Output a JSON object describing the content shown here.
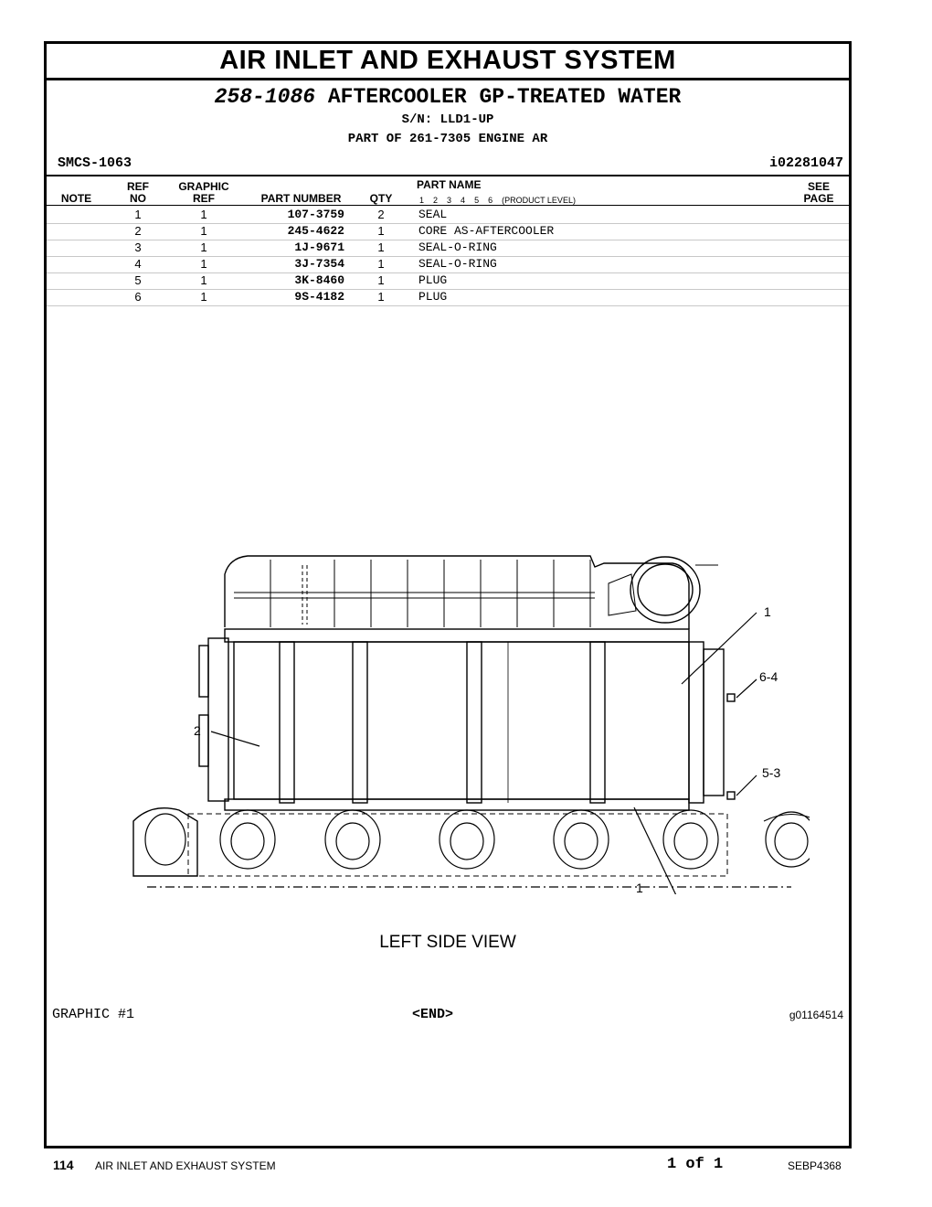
{
  "section_title": "AIR INLET AND EXHAUST SYSTEM",
  "group": {
    "part_number": "258-1086",
    "name": "AFTERCOOLER GP-TREATED WATER",
    "serial": "S/N: LLD1-UP",
    "part_of": "PART OF 261-7305 ENGINE AR"
  },
  "smcs": "SMCS-1063",
  "illustration_id": "i02281047",
  "columns": {
    "note": "NOTE",
    "ref_top": "REF",
    "ref_bottom": "NO",
    "graphic_top": "GRAPHIC",
    "graphic_bottom": "REF",
    "part_number": "PART NUMBER",
    "qty": "QTY",
    "part_name": "PART NAME",
    "levels": [
      "1",
      "2",
      "3",
      "4",
      "5",
      "6",
      "(PRODUCT LEVEL)"
    ],
    "see_top": "SEE",
    "see_bottom": "PAGE"
  },
  "parts": [
    {
      "ref": "1",
      "graphic": "1",
      "part_number": "107-3759",
      "qty": "2",
      "name": "SEAL"
    },
    {
      "ref": "2",
      "graphic": "1",
      "part_number": "245-4622",
      "qty": "1",
      "name": "CORE AS-AFTERCOOLER"
    },
    {
      "ref": "3",
      "graphic": "1",
      "part_number": "1J-9671",
      "qty": "1",
      "name": "SEAL-O-RING"
    },
    {
      "ref": "4",
      "graphic": "1",
      "part_number": "3J-7354",
      "qty": "1",
      "name": "SEAL-O-RING"
    },
    {
      "ref": "5",
      "graphic": "1",
      "part_number": "3K-8460",
      "qty": "1",
      "name": "PLUG"
    },
    {
      "ref": "6",
      "graphic": "1",
      "part_number": "9S-4182",
      "qty": "1",
      "name": "PLUG"
    }
  ],
  "graphic": {
    "callouts": [
      "1",
      "6-4",
      "2",
      "5-3",
      "1"
    ],
    "caption": "LEFT SIDE VIEW",
    "label": "GRAPHIC #1",
    "end_marker": "<END>",
    "graphic_id": "g01164514"
  },
  "footer": {
    "page_number": "114",
    "section": "AIR INLET AND EXHAUST SYSTEM",
    "page_of": "1 of 1",
    "document": "SEBP4368"
  }
}
